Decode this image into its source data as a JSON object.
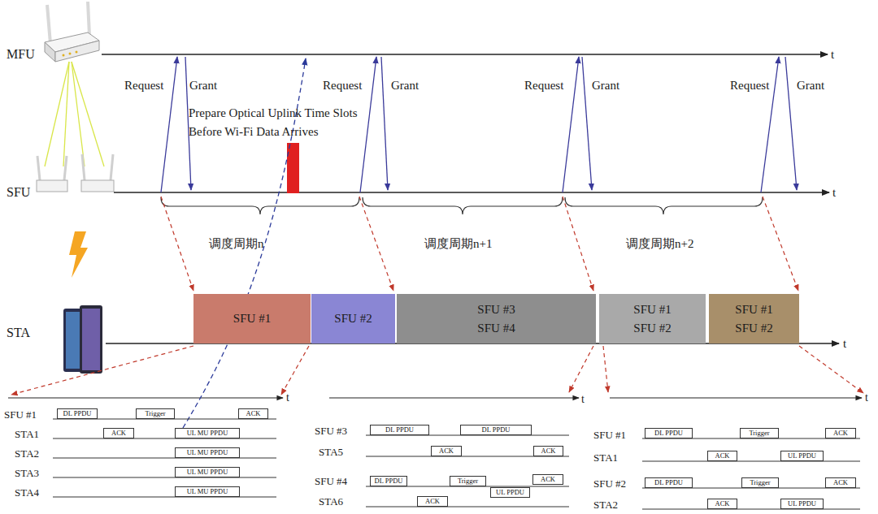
{
  "diagram": {
    "nodes": [
      {
        "text": [
          "SFU #1"
        ]
      },
      {
        "text": [
          "SFU #2"
        ]
      },
      {
        "text": [
          "SFU #3",
          "SFU #4"
        ]
      },
      {
        "text": [
          "SFU #1",
          "SFU #2"
        ]
      },
      {
        "text": [
          "SFU #1",
          "SFU #2"
        ]
      },
      {
        "text": [
          "DL PPDU"
        ]
      },
      {
        "text": [
          "Trigger"
        ]
      },
      {
        "text": [
          "ACK"
        ]
      },
      {
        "text": [
          "ACK"
        ]
      },
      {
        "text": [
          "UL MU PPDU"
        ]
      },
      {
        "text": [
          "UL MU PPDU"
        ]
      },
      {
        "text": [
          "UL MU PPDU"
        ]
      },
      {
        "text": [
          "UL MU PPDU"
        ]
      },
      {
        "text": [
          "DL PPDU"
        ]
      },
      {
        "text": [
          "DL PPDU"
        ]
      },
      {
        "text": [
          "ACK"
        ]
      },
      {
        "text": [
          "ACK"
        ]
      },
      {
        "text": [
          "DL PPDU"
        ]
      },
      {
        "text": [
          "Trigger"
        ]
      },
      {
        "text": [
          "ACK"
        ]
      },
      {
        "text": [
          "UL PPDU"
        ]
      },
      {
        "text": [
          "ACK"
        ]
      },
      {
        "text": [
          "DL PPDU"
        ]
      },
      {
        "text": [
          "Trigger"
        ]
      },
      {
        "text": [
          "ACK"
        ]
      },
      {
        "text": [
          "ACK"
        ]
      },
      {
        "text": [
          "UL PPDU"
        ]
      },
      {
        "text": [
          "DL PPDU"
        ]
      },
      {
        "text": [
          "Trigger"
        ]
      },
      {
        "text": [
          "ACK"
        ]
      },
      {
        "text": [
          "ACK"
        ]
      },
      {
        "text": [
          "UL PPDU"
        ]
      }
    ],
    "labels": [
      "MFU",
      "t",
      "Request",
      "Grant",
      "Request",
      "Grant",
      "Request",
      "Grant",
      "Request",
      "Grant",
      "Prepare Optical Uplink Time Slots Before Wi-Fi Data Arrives",
      "SFU",
      "t",
      "调度周期n",
      "调度周期n+1",
      "调度周期n+2",
      "STA",
      "t",
      "t",
      "SFU #1",
      "STA1",
      "STA2",
      "STA3",
      "STA4",
      "t",
      "SFU #3",
      "STA5",
      "SFU #4",
      "STA6",
      "t",
      "SFU #1",
      "STA1",
      "SFU #2",
      "STA2"
    ]
  }
}
